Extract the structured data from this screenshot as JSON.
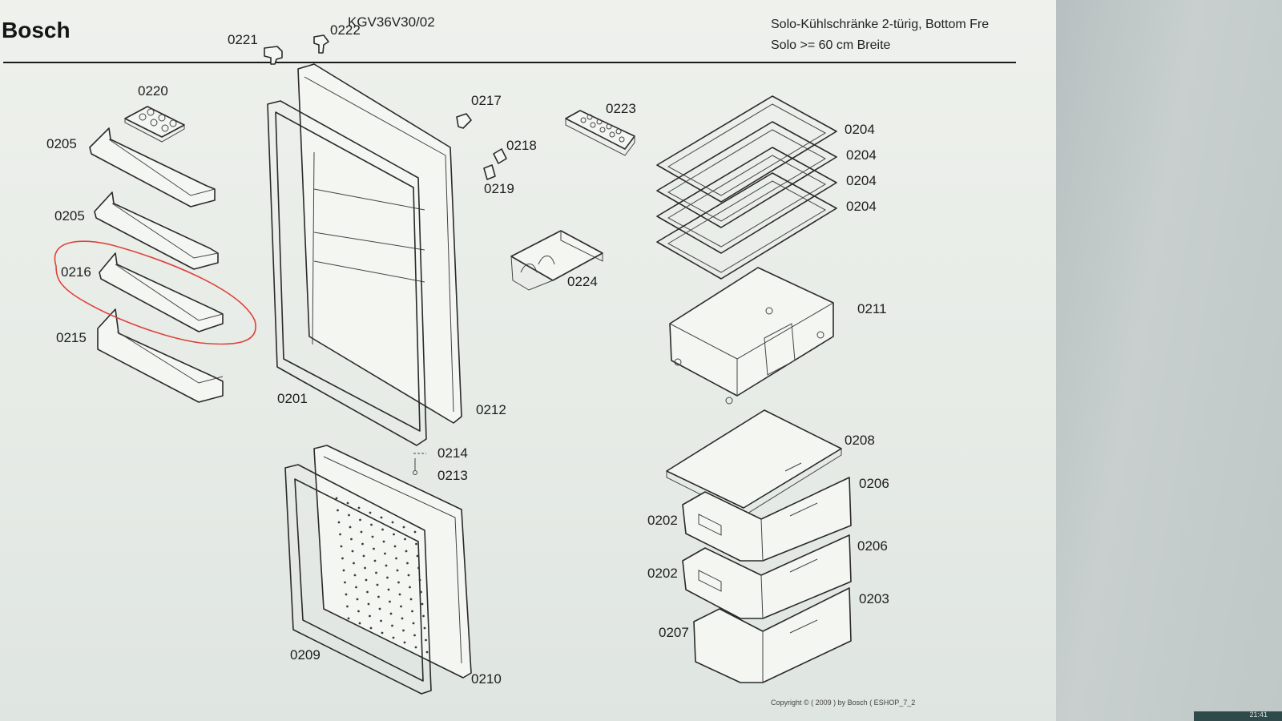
{
  "header": {
    "brand": "Bosch",
    "model_code": "KGV36V30/02",
    "series_title": "Solo-Kühlschränke 2-türig, Bottom Fre",
    "series_subtitle": "Solo >= 60 cm Breite"
  },
  "footer": {
    "copyright": "Copyright © ( 2009 ) by Bosch  ( ESHOP_7_2",
    "clock": "21:41"
  },
  "highlight_color": "#e0413b",
  "highlighted_part": "0216",
  "parts": {
    "p0221": "0221",
    "p0222": "0222",
    "p0220": "0220",
    "p0205a": "0205",
    "p0205b": "0205",
    "p0216": "0216",
    "p0215": "0215",
    "p0201": "0201",
    "p0212": "0212",
    "p0217": "0217",
    "p0218": "0218",
    "p0219": "0219",
    "p0223": "0223",
    "p0224": "0224",
    "p0204a": "0204",
    "p0204b": "0204",
    "p0204c": "0204",
    "p0204d": "0204",
    "p0211": "0211",
    "p0214": "0214",
    "p0213": "0213",
    "p0208": "0208",
    "p0206a": "0206",
    "p0206b": "0206",
    "p0202a": "0202",
    "p0202b": "0202",
    "p0203": "0203",
    "p0207": "0207",
    "p0209": "0209",
    "p0210": "0210"
  }
}
